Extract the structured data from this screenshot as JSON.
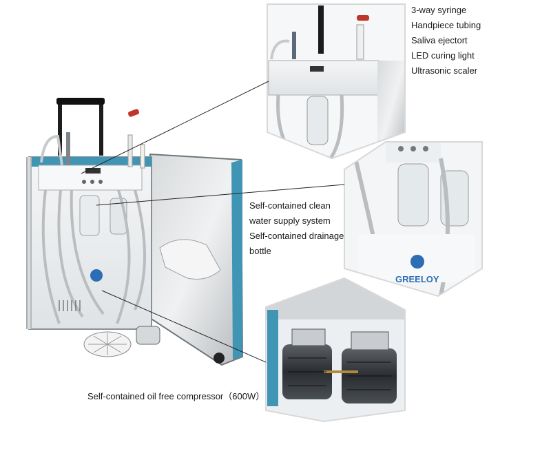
{
  "labels": {
    "top": [
      "3-way syringe",
      "Handpiece tubing",
      "Saliva  ejectort",
      "LED curing light",
      "Ultrasonic scaler"
    ],
    "water": [
      "Self-contained clean",
      "water supply system",
      "Self-contained drainage",
      "bottle"
    ],
    "compressor": "Self-contained oil free compressor（600W）"
  },
  "branding": {
    "logo_text": "GREELOY"
  },
  "colors": {
    "case_metal": "#c9cdd0",
    "case_trim": "#3f95b3",
    "cabinet_white": "#eef1f3",
    "tubing": "#b9bdbf",
    "hex_border": "#d8d8d8",
    "compressor_dark": "#2c2f33",
    "leader_line": "#222222"
  }
}
